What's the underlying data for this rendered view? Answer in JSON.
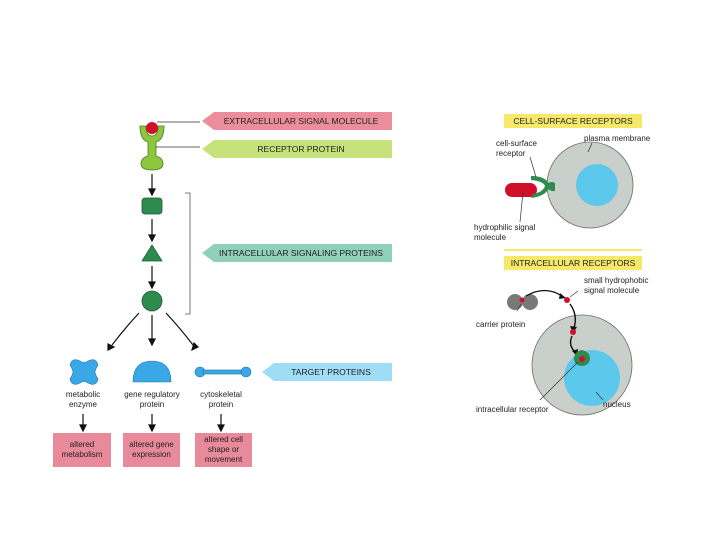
{
  "left_panel": {
    "tags": {
      "extracellular_signal": "EXTRACELLULAR SIGNAL MOLECULE",
      "receptor_protein": "RECEPTOR PROTEIN",
      "intracellular_signaling": "INTRACELLULAR SIGNALING PROTEINS",
      "target_proteins": "TARGET PROTEINS"
    },
    "targets": [
      {
        "line1": "metabolic",
        "line2": "enzyme",
        "outcome1": "altered",
        "outcome2": "metabolism",
        "outcome3": ""
      },
      {
        "line1": "gene regulatory",
        "line2": "protein",
        "outcome1": "altered gene",
        "outcome2": "expression",
        "outcome3": ""
      },
      {
        "line1": "cytoskeletal",
        "line2": "protein",
        "outcome1": "altered cell",
        "outcome2": "shape or",
        "outcome3": "movement"
      }
    ]
  },
  "right_panel": {
    "cell_surface": {
      "title": "CELL-SURFACE RECEPTORS",
      "plasma_membrane": "plasma membrane",
      "receptor_line1": "cell-surface",
      "receptor_line2": "receptor",
      "signal_line1": "hydrophilic signal",
      "signal_line2": "molecule"
    },
    "intracellular": {
      "title": "INTRACELLULAR RECEPTORS",
      "signal_line1": "small hydrophobic",
      "signal_line2": "signal molecule",
      "carrier": "carrier protein",
      "receptor": "intracellular receptor",
      "nucleus": "nucleus"
    }
  },
  "colors": {
    "red": "#d0102a",
    "green_receptor": "#8cc63e",
    "dark_green": "#2e8b4e",
    "blue": "#3aa8e6",
    "pink": "#e88a9a",
    "pink_tag": "#ec8d9b",
    "lime_tag": "#c6e27a",
    "teal_tag": "#8fd1b7",
    "sky_tag": "#9fdcf5",
    "yellow": "#f6e96a",
    "cell_gray": "#c9cfcb",
    "nucleus_blue": "#5cc8ec"
  }
}
